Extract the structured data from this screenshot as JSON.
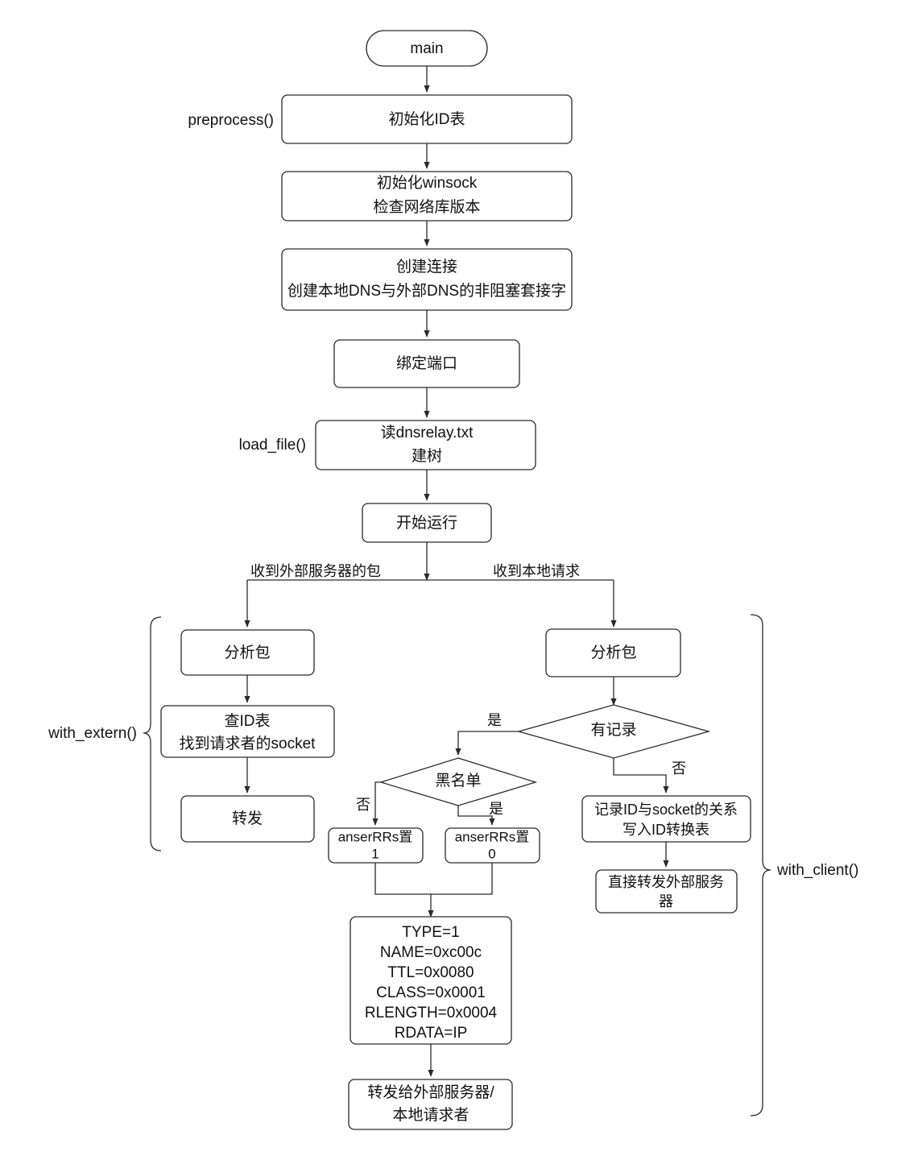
{
  "diagram": {
    "title": "DNS relay program flowchart",
    "colors": {
      "stroke": "#2a2a2a",
      "text": "#111111",
      "background": "#ffffff"
    }
  },
  "nodes": {
    "main": "main",
    "init_id_table": "初始化ID表",
    "init_winsock_l1": "初始化winsock",
    "init_winsock_l2": "检查网络库版本",
    "create_conn_l1": "创建连接",
    "create_conn_l2": "创建本地DNS与外部DNS的非阻塞套接字",
    "bind_port": "绑定端口",
    "load_file_l1": "读dnsrelay.txt",
    "load_file_l2": "建树",
    "start_run": "开始运行",
    "parse_pkt_left": "分析包",
    "lookup_id_l1": "查ID表",
    "lookup_id_l2": "找到请求者的socket",
    "forward": "转发",
    "parse_pkt_right": "分析包",
    "has_record": "有记录",
    "blacklist": "黑名单",
    "anser_rrs_1_l1": "anserRRs置",
    "anser_rrs_1_l2": "1",
    "anser_rrs_0_l1": "anserRRs置",
    "anser_rrs_0_l2": "0",
    "record_id_l1": "记录ID与socket的关系",
    "record_id_l2": "写入ID转换表",
    "direct_forward_l1": "直接转发外部服务",
    "direct_forward_l2": "器",
    "rr_detail_l1": "TYPE=1",
    "rr_detail_l2": "NAME=0xc00c",
    "rr_detail_l3": "TTL=0x0080",
    "rr_detail_l4": "CLASS=0x0001",
    "rr_detail_l5": "RLENGTH=0x0004",
    "rr_detail_l6": "RDATA=IP",
    "final_forward_l1": "转发给外部服务器/",
    "final_forward_l2": "本地请求者"
  },
  "edge_labels": {
    "from_external_server": "收到外部服务器的包",
    "from_local_request": "收到本地请求",
    "has_record_yes": "是",
    "has_record_no": "否",
    "blacklist_no": "否",
    "blacklist_yes": "是"
  },
  "group_labels": {
    "preprocess": "preprocess()",
    "load_file": "load_file()",
    "with_extern": "with_extern()",
    "with_client": "with_client()"
  }
}
